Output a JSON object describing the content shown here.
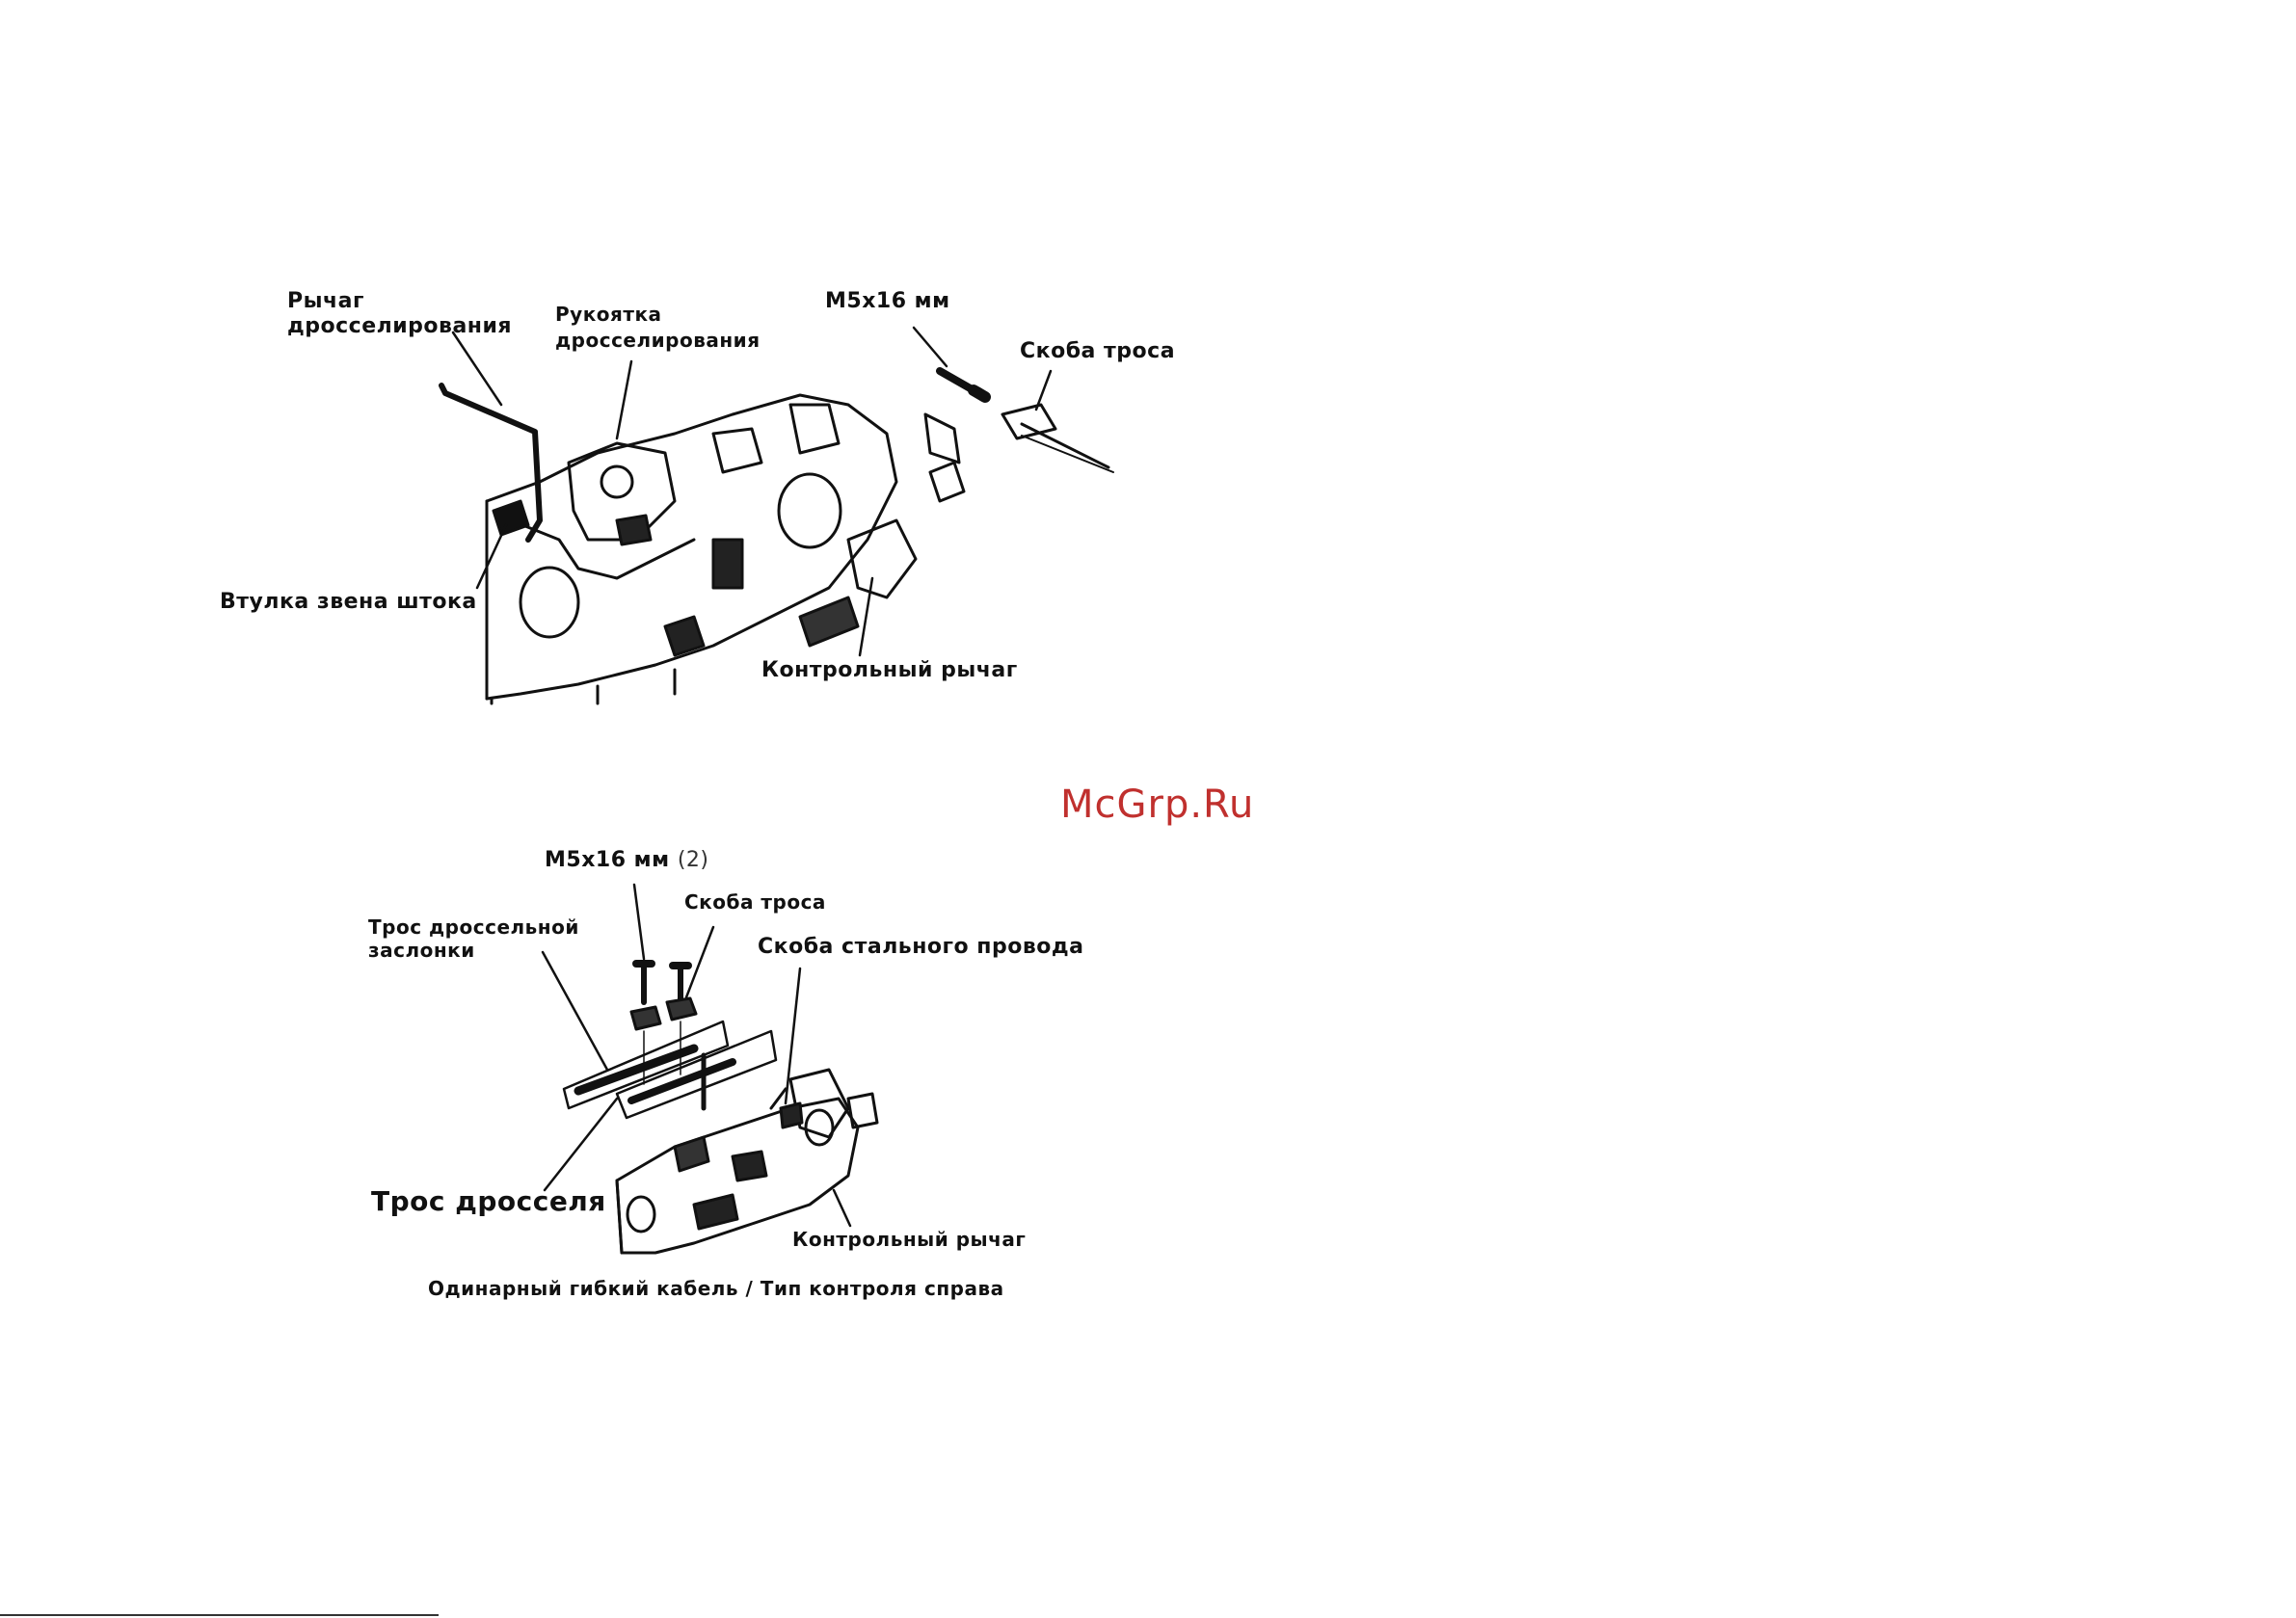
{
  "diagram_top": {
    "labels": {
      "throttle_lever": "Рычаг\nдросселирования",
      "throttle_knob": "Рукоятка\nдросселирования",
      "bolt": "M5x16 мм",
      "cable_clamp": "Скоба троса",
      "rod_bushing": "Втулка звена штока",
      "control_lever": "Контрольный рычаг"
    }
  },
  "diagram_bottom": {
    "labels": {
      "bolt": "M5x16 мм",
      "bolt_qty": "(2)",
      "cable_clamp": "Скоба троса",
      "throttle_flap_cable": "Трос дроссельной\nзаслонки",
      "wire_clamp": "Скоба стального провода",
      "throttle_cable": "Трос дросселя",
      "control_lever": "Контрольный рычаг",
      "caption": "Одинарный гибкий кабель / Тип контроля справа"
    }
  },
  "watermark": "McGrp.Ru",
  "colors": {
    "ink": "#111111",
    "watermark": "#c0302e"
  }
}
